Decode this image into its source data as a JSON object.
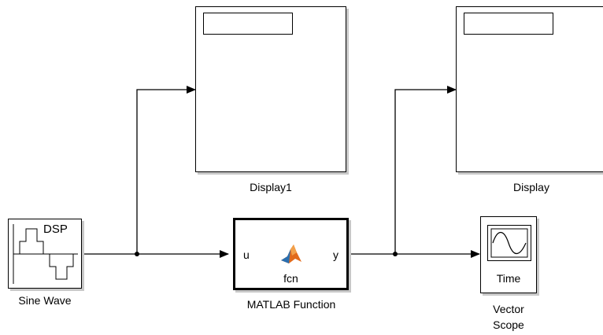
{
  "blocks": {
    "sine_wave": {
      "label": "Sine Wave",
      "icon_text": "DSP"
    },
    "display1": {
      "label": "Display1"
    },
    "matlab_function": {
      "label": "MATLAB Function",
      "input_port": "u",
      "output_port": "y",
      "inner_text": "fcn"
    },
    "display": {
      "label": "Display"
    },
    "vector_scope": {
      "label_line1": "Vector",
      "label_line2": "Scope",
      "inner_text": "Time"
    }
  },
  "colors": {
    "line": "#000000",
    "shadow": "#c8c8c8",
    "matlab_logo_orange": "#e16a1b",
    "matlab_logo_blue": "#2a6fb0"
  },
  "icons": [
    "dsp-sine-icon",
    "matlab-logo-icon",
    "scope-waveform-icon"
  ]
}
